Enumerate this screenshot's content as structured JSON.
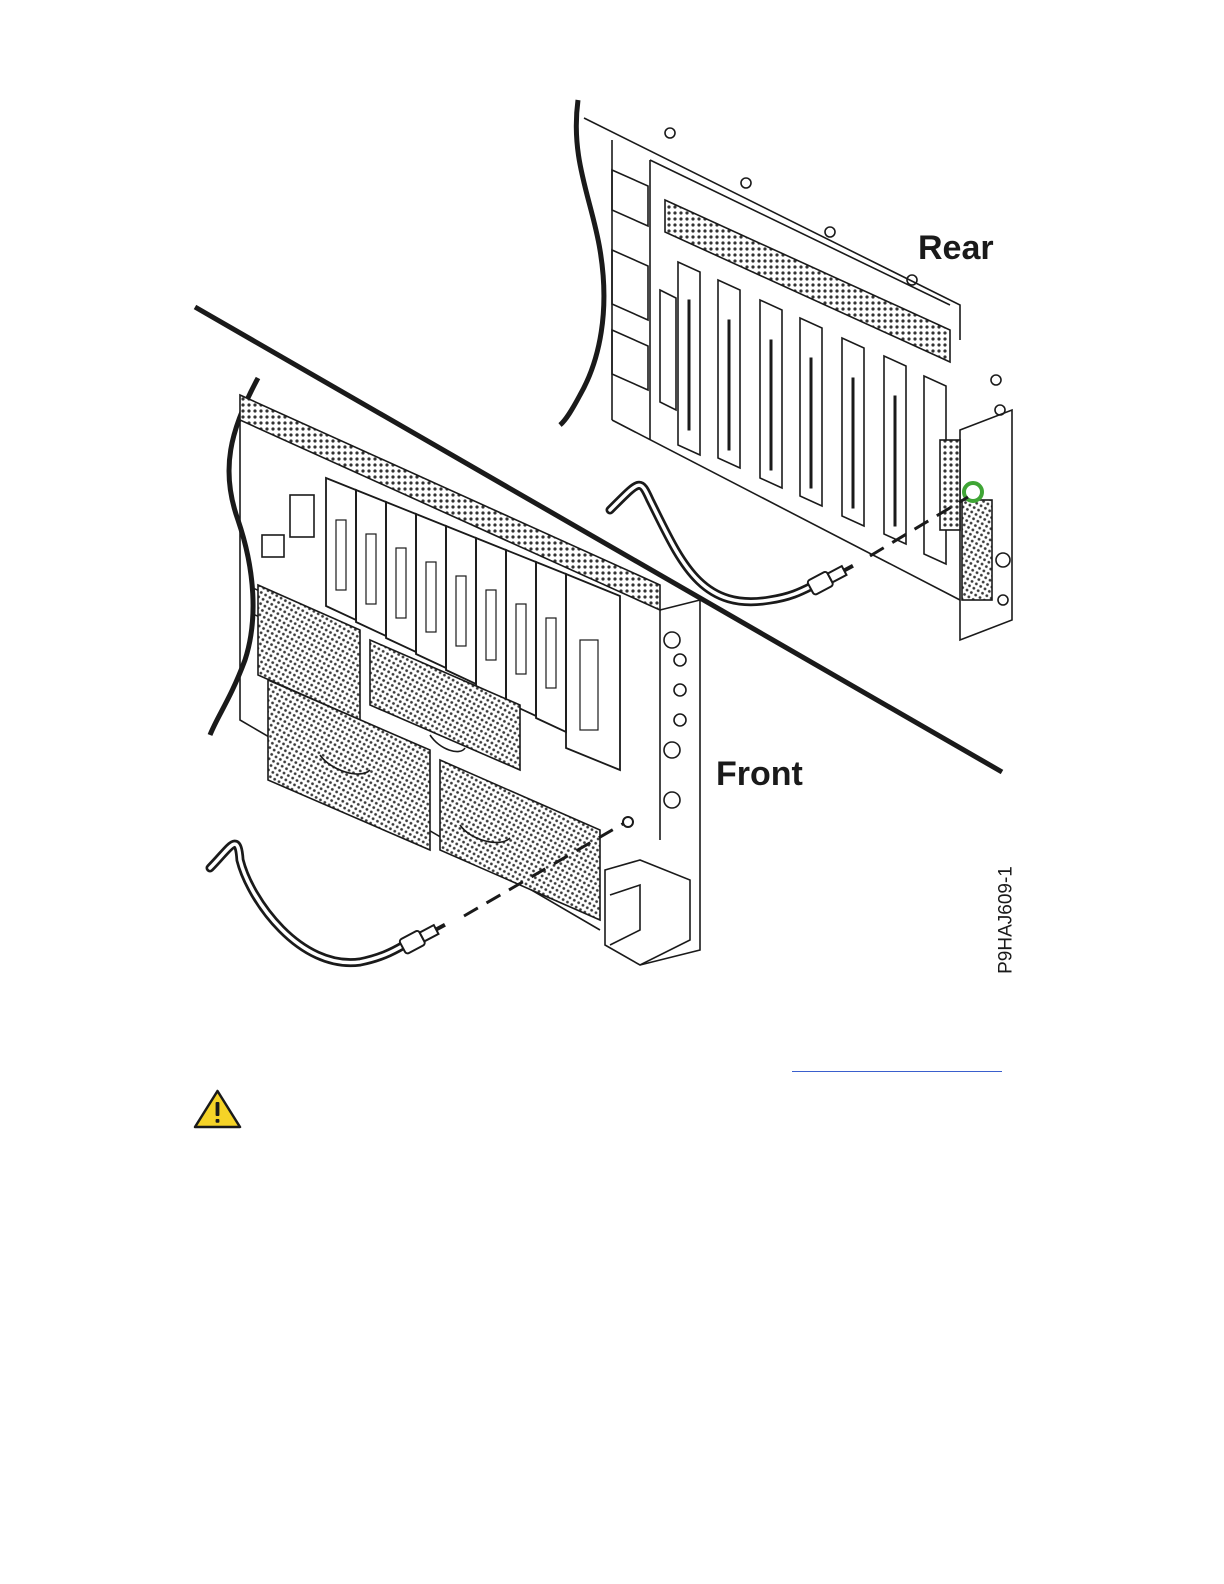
{
  "figure": {
    "labels": {
      "rear": "Rear",
      "front": "Front"
    },
    "figure_id": "P9HAJ609-1"
  },
  "icons": {
    "caution": "caution-triangle-icon"
  },
  "colors": {
    "caution_fill": "#f5d327",
    "caution_stroke": "#1a1a1a",
    "link": "#3a5fcd",
    "led_green": "#3fa535",
    "line_art": "#1a1a1a"
  }
}
